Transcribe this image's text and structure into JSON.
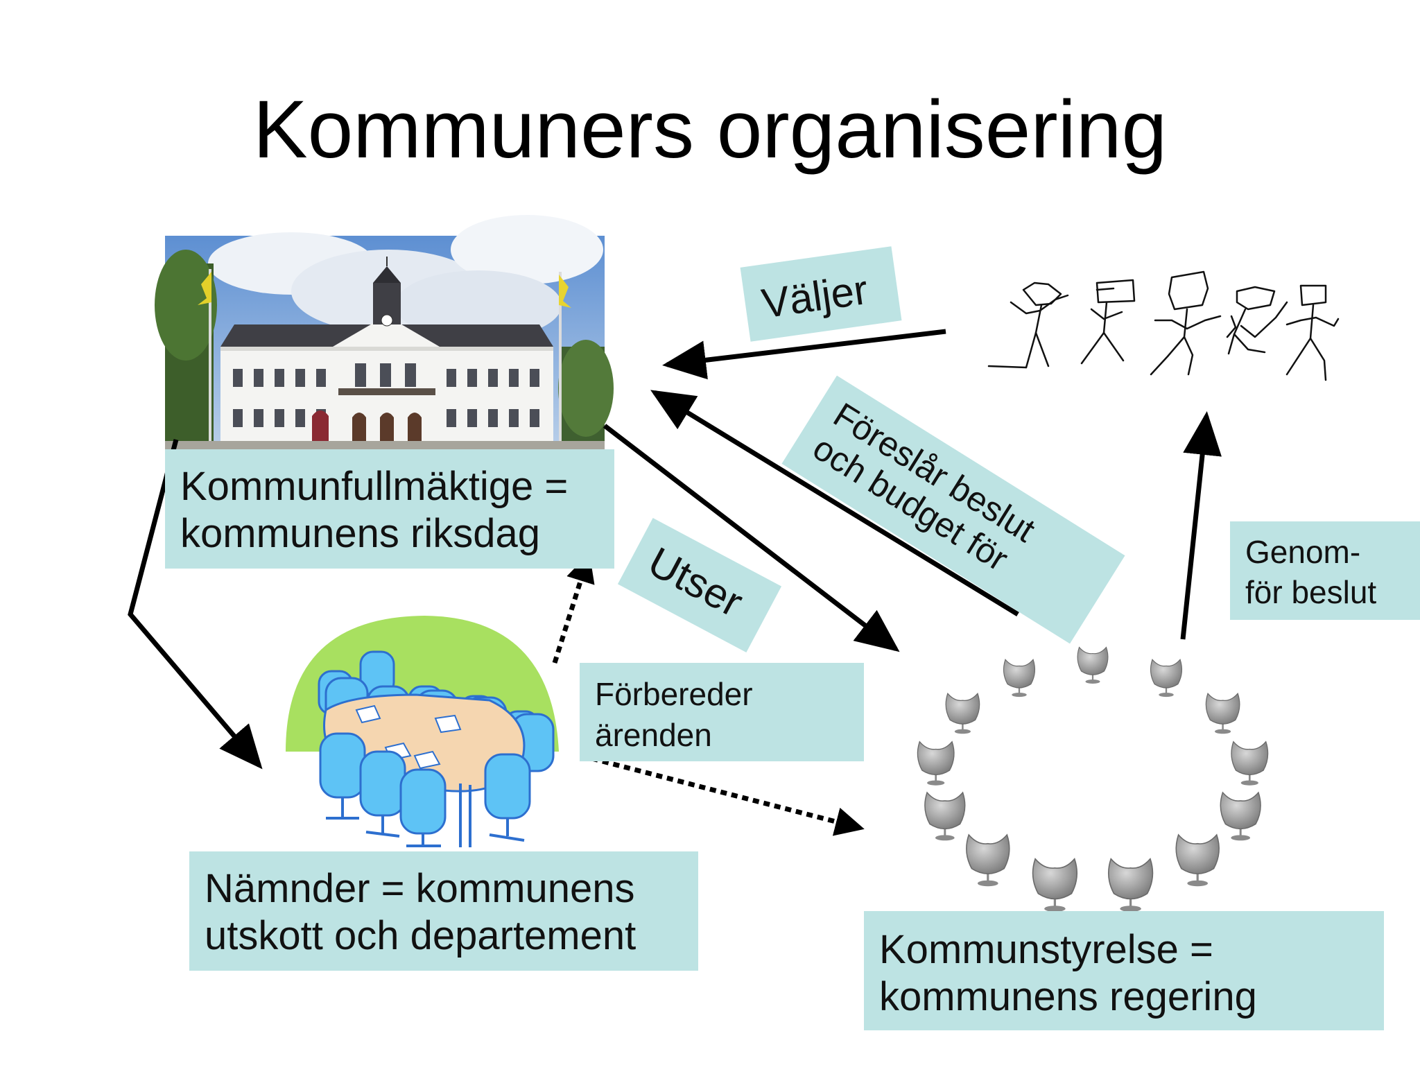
{
  "title": "Kommuners organisering",
  "nodes": {
    "fullmaktige": {
      "line1": "Kommunfullmäktige =",
      "line2": "kommunens riksdag"
    },
    "namnder": {
      "line1": "Nämnder = kommunens",
      "line2": "utskott och departement"
    },
    "styrelse": {
      "line1": "Kommunstyrelse =",
      "line2": "kommunens regering"
    }
  },
  "edge_labels": {
    "valjer": "Väljer",
    "foreslar": {
      "line1": "Föreslår beslut",
      "line2": "och budget för"
    },
    "utser": "Utser",
    "genomfor": {
      "line1": "Genom-",
      "line2": "för beslut"
    },
    "forbereder": {
      "line1": "Förbereder",
      "line2": "ärenden"
    }
  },
  "colors": {
    "label_bg": "#bde3e3",
    "arrow": "#000000",
    "chairs": "#3cb4ec",
    "table": "#f5d6b0",
    "green_backdrop": "#a8e060",
    "building_wall": "#f4f4f2",
    "sky": "#6f9fd8"
  },
  "icons": {
    "town_hall": "town-hall-photo",
    "voters": "stick-figures-drawing",
    "committee": "meeting-table-clipart",
    "board": "egg-chairs-circle"
  }
}
